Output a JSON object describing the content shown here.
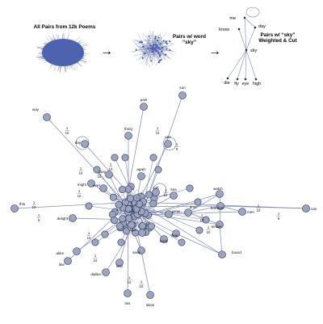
{
  "captions": {
    "all_pairs": "All Pairs from 12k Poems",
    "sky_line1": "Pairs w/ word",
    "sky_line2": "“sky”",
    "weighted_line1": "Pairs w/ “sky”",
    "weighted_line2": "Weighted & Cut"
  },
  "arrows": [
    "→",
    "→"
  ],
  "mini_graph_words": [
    "me",
    "day",
    "know",
    "sky",
    "die",
    "fly",
    "eye",
    "high"
  ],
  "main_graph_words": [
    "way",
    "pain",
    "sun",
    "day",
    "thing",
    "one",
    "say",
    "might",
    "again",
    "sea",
    "ever",
    "soft",
    "grow",
    "this",
    "delight",
    "time",
    "freedom",
    "men",
    "can",
    "watch",
    "tender",
    "thee",
    "body",
    "board",
    "seek",
    "alike",
    "like",
    "dislike",
    "skin",
    "lies",
    "skies",
    "dew"
  ],
  "fraction_labels": [
    "1\n10",
    "1\n6"
  ],
  "colors": {
    "node_fill": "#9aa5c4",
    "node_stroke": "#2b2f45",
    "edge": "#7d8ab8",
    "cluster": "#4e63b0"
  }
}
